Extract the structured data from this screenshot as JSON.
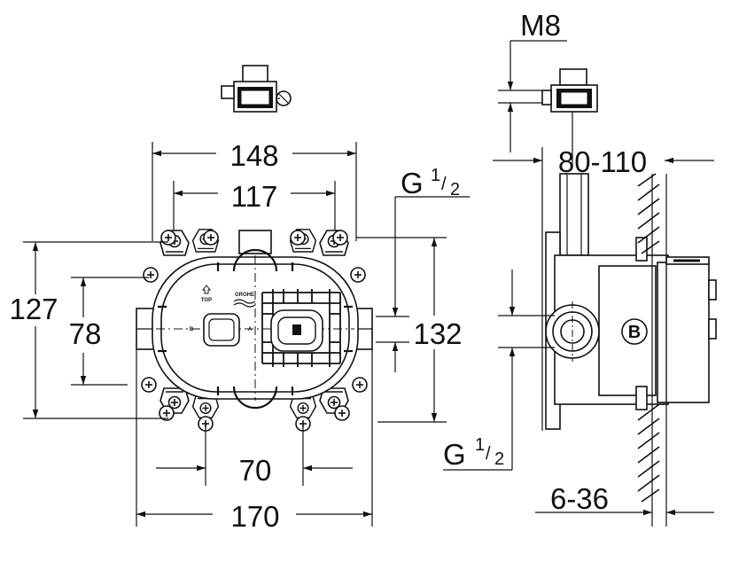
{
  "front_view": {
    "dimensions": {
      "width_outer": "148",
      "width_inner": "117",
      "height_outer": "127",
      "height_inner": "78",
      "connection_spacing": "70",
      "total_width": "170",
      "vertical_spacing": "132"
    },
    "thread_label": "G",
    "thread_fraction_num": "1",
    "thread_fraction_den": "2",
    "logo_text": "GROHE",
    "top_marker": "TOP",
    "port_a": "A",
    "port_b": "B"
  },
  "side_view": {
    "dimensions": {
      "bolt": "M8",
      "depth_range": "80-110",
      "wall_range": "6-36"
    },
    "thread_label": "G",
    "thread_fraction_num": "1",
    "thread_fraction_den": "2",
    "port_marker": "B"
  }
}
